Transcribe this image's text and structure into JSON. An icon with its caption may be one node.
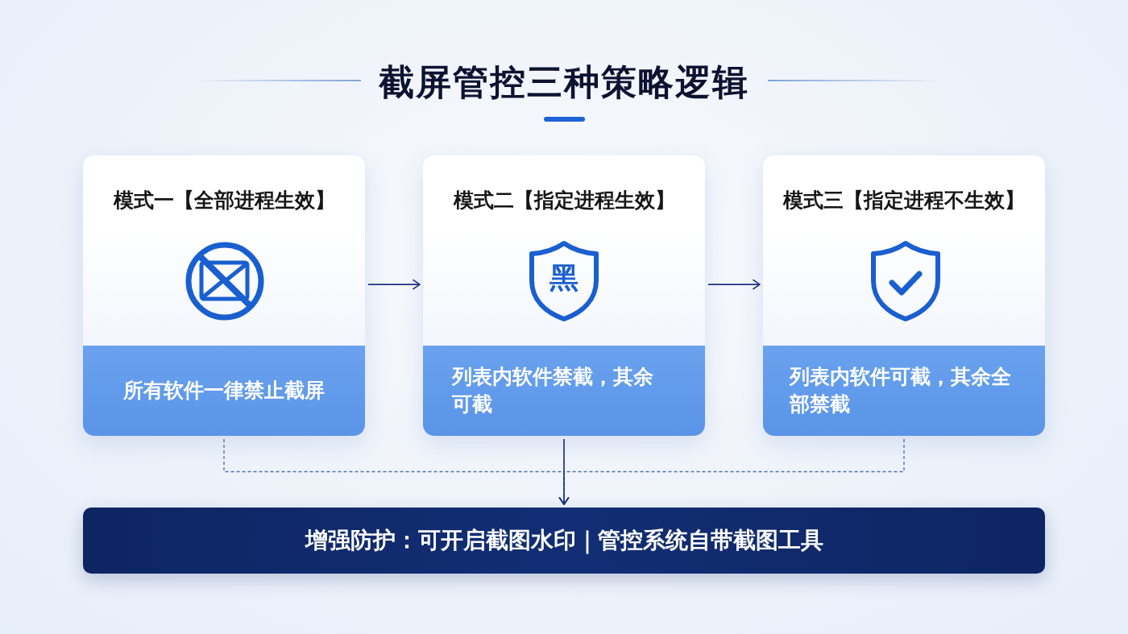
{
  "diagram": {
    "title": "截屏管控三种策略逻辑",
    "nodes": [
      {
        "text": [
          "模式一【全部进程生效】"
        ]
      },
      {
        "text": [
          "所有软件一律禁止截屏"
        ],
        "in": 0
      },
      {
        "text": [
          "模式二【指定进程生效】"
        ]
      },
      {
        "text": [
          "黑"
        ],
        "in": 2
      },
      {
        "text": [
          "列表内软件禁截，其余可截"
        ],
        "in": 2
      },
      {
        "text": [
          "模式三【指定进程不生效】"
        ]
      },
      {
        "text": [
          "列表内软件可截，其余全部禁截"
        ],
        "in": 5
      },
      {
        "text": [
          "增强防护：可开启截图水印｜管控系统自带截图工具"
        ]
      }
    ],
    "edges": [
      {
        "from": 0,
        "to": 2,
        "arrow": "to"
      },
      {
        "from": 2,
        "to": 5,
        "arrow": "to"
      },
      {
        "from": 0,
        "to": 7,
        "arrow": "to",
        "style": "dashed",
        "color": "#4f6fb3"
      },
      {
        "from": 2,
        "to": 7,
        "arrow": "to"
      },
      {
        "from": 5,
        "to": 7,
        "arrow": "to",
        "style": "dashed",
        "color": "#4f6fb3"
      }
    ]
  }
}
